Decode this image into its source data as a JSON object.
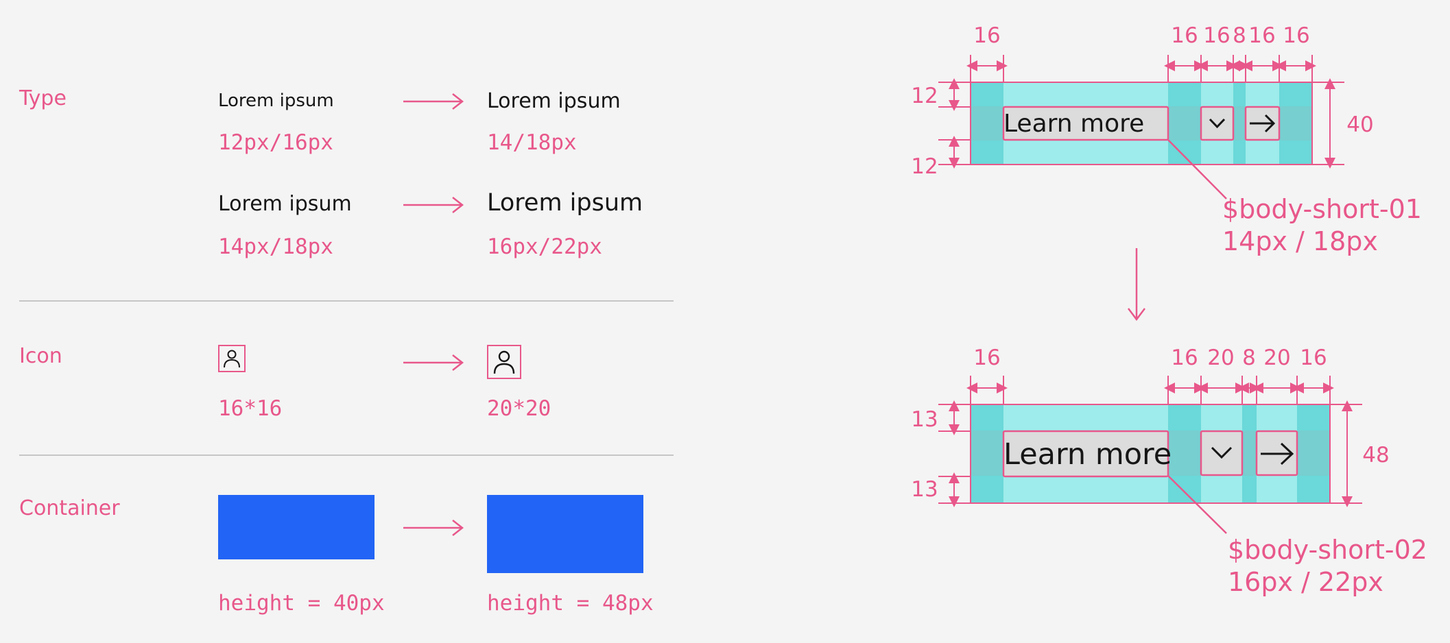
{
  "left": {
    "type": {
      "label": "Type",
      "row1": {
        "from_text": "Lorem ipsum",
        "from_spec": "12px/16px",
        "to_text": "Lorem ipsum",
        "to_spec": "14/18px"
      },
      "row2": {
        "from_text": "Lorem ipsum",
        "from_spec": "14px/18px",
        "to_text": "Lorem ipsum",
        "to_spec": "16px/22px"
      }
    },
    "icon": {
      "label": "Icon",
      "from_spec": "16*16",
      "to_spec": "20*20",
      "icon_name": "user-icon"
    },
    "container": {
      "label": "Container",
      "from_spec": "height = 40px",
      "to_spec": "height = 48px",
      "color": "#2264f5"
    }
  },
  "right": {
    "top": {
      "widths": [
        "16",
        "16",
        "16",
        "8",
        "16",
        "16"
      ],
      "paddings": [
        "12",
        "12"
      ],
      "height": "40",
      "button_text": "Learn more",
      "token": "$body-short-01",
      "token_spec": "14px / 18px"
    },
    "bottom": {
      "widths": [
        "16",
        "16",
        "20",
        "8",
        "20",
        "16"
      ],
      "paddings": [
        "13",
        "13"
      ],
      "height": "48",
      "button_text": "Learn more",
      "token": "$body-short-02",
      "token_spec": "16px / 22px"
    }
  },
  "colors": {
    "accent": "#e8578a",
    "cyan_light": "#9eeceb",
    "cyan_dark": "#6bd8d9",
    "blue": "#2264f5",
    "gray_fill": "#dcdcdc"
  }
}
